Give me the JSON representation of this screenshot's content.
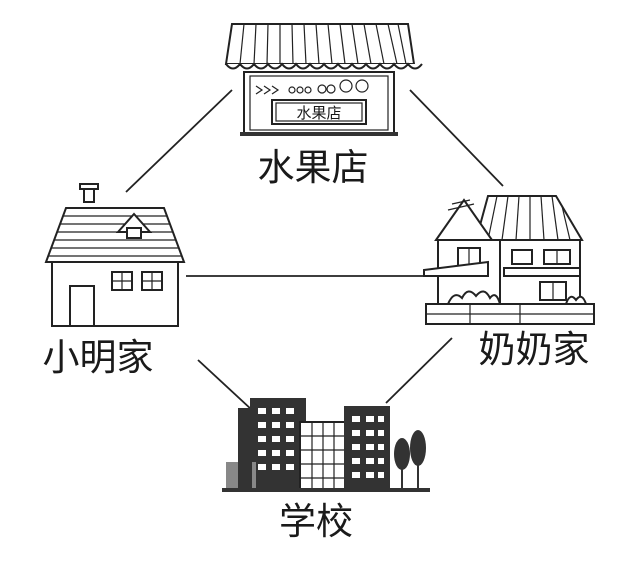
{
  "nodes": {
    "fruit_shop": {
      "label": "水果店",
      "sign": "水果店"
    },
    "xiaoming_home": {
      "label": "小明家"
    },
    "grandma_home": {
      "label": "奶奶家"
    },
    "school": {
      "label": "学校"
    }
  },
  "edges": [
    {
      "from": "fruit_shop",
      "to": "xiaoming_home"
    },
    {
      "from": "fruit_shop",
      "to": "grandma_home"
    },
    {
      "from": "xiaoming_home",
      "to": "grandma_home"
    },
    {
      "from": "xiaoming_home",
      "to": "school"
    },
    {
      "from": "grandma_home",
      "to": "school"
    }
  ]
}
